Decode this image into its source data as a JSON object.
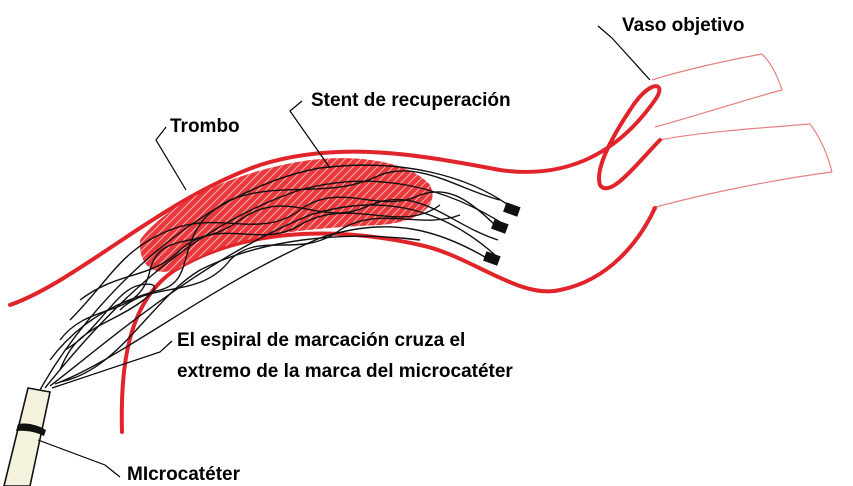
{
  "labels": {
    "target_vessel": "Vaso objetivo",
    "retrieval_stent": "Stent de recuperación",
    "thrombus": "Trombo",
    "marker_note_line1": "El espiral de marcación cruza el",
    "marker_note_line2": "extremo de la marca del microcatéter",
    "microcatheter": "MIcrocatéter"
  },
  "colors": {
    "vessel_wall": "#e0242a",
    "thrombus_fill": "#e8383c",
    "stent_wire": "#111111",
    "branch_outline": "#e88080",
    "catheter_fill": "#f4f1dc",
    "leader_line": "#000000"
  }
}
